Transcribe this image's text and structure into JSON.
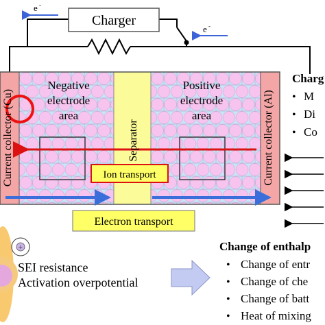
{
  "circuit": {
    "charger_label": "Charger",
    "electron_label": "e",
    "electron_sup": "-"
  },
  "cell": {
    "left_collector": "Current collector (Cu)",
    "right_collector": "Current collector (Al)",
    "separator": "Separator",
    "negative_line1": "Negative",
    "negative_line2": "electrode",
    "negative_line3": "area",
    "positive_line1": "Positive",
    "positive_line2": "electrode",
    "positive_line3": "area",
    "ion_transport": "Ion transport",
    "electron_transport": "Electron transport"
  },
  "right_panel": {
    "title": "Charg",
    "items": [
      "M",
      "Di",
      "Co"
    ]
  },
  "sei": {
    "line1": "SEI resistance",
    "line2": "Activation overpotential"
  },
  "enthalpy": {
    "title": "Change of enthalp",
    "items": [
      "Change of entr",
      "Change of che",
      "Change of batt",
      "Heat of mixing"
    ]
  },
  "colors": {
    "collector": "#f4a6a6",
    "separator": "#fbfb9a",
    "electrode_fill": "#c9e3f7",
    "particle": "#f7c4ef",
    "ion_arrow": "#dd1111",
    "electron_arrow": "#3a6fdb",
    "charger_arrow": "#3c64d8",
    "sei_circle": "#ee1111",
    "label_box_border": "#dd1111",
    "label_box_fill": "#ffff66",
    "cell_border": "#555555"
  }
}
